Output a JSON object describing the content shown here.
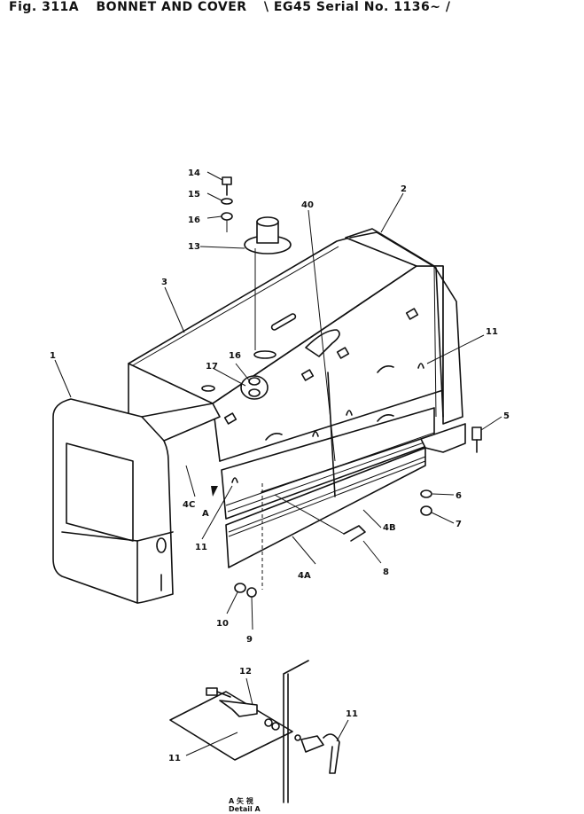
{
  "figure": {
    "number": "Fig. 311A",
    "name": "BONNET AND COVER",
    "note": "\\ EG45 Serial No. 1136~ /"
  },
  "callouts": {
    "c1": "1",
    "c2": "2",
    "c3": "3",
    "c40": "40",
    "c14": "14",
    "c15": "15",
    "c16": "16",
    "c13": "13",
    "c16b": "16",
    "c17": "17",
    "c11a": "11",
    "c5": "5",
    "c6": "6",
    "c7": "7",
    "c4b": "4B",
    "c8": "8",
    "c4a": "4A",
    "c4c": "4C",
    "cA": "A",
    "c11b": "11",
    "c10": "10",
    "c9": "9",
    "c12": "12",
    "c11c": "11",
    "c11d": "11"
  },
  "detail": {
    "line1": "A  矢  視",
    "line2": "Detail  A"
  }
}
